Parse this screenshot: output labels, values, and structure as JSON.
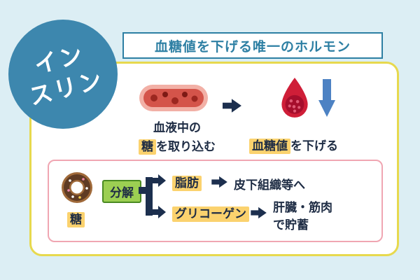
{
  "badge": {
    "line1": "イン",
    "line2": "スリン"
  },
  "header": {
    "title": "血糖値を下げる唯一のホルモン"
  },
  "uptake": {
    "caption_line1": "血液中の",
    "caption_highlight": "糖",
    "caption_rest": "を取り込む",
    "result_highlight": "血糖値",
    "result_rest": "を下げる"
  },
  "breakdown": {
    "source_label": "糖",
    "process_label": "分解",
    "branches": [
      {
        "label": "脂肪",
        "dest_lines": [
          "皮下組織等へ"
        ]
      },
      {
        "label": "グリコーゲン",
        "dest_lines": [
          "肝臓・筋肉",
          "で貯蓄"
        ]
      }
    ]
  },
  "icons": {
    "blood_vessel": "blood-vessel-icon",
    "blood_drop": "blood-drop-icon",
    "donut": "donut-icon",
    "arrow_right": "arrow-right-icon",
    "arrow_down": "arrow-down-icon",
    "branch_connector": "branch-connector-shape"
  },
  "colors": {
    "background": "#dceef4",
    "badge_circle": "#3d87ae",
    "header_accent": "#2d7fa3",
    "card_border": "#e7d94e",
    "highlight": "#fbd26e",
    "branch_box_border": "#f0a6b2",
    "process_green": "#9ccf52",
    "arrow_dark": "#1c2f4e",
    "arrow_blue": "#4d82c3",
    "blood_red": "#cf1e38",
    "text": "#1e2c44"
  }
}
